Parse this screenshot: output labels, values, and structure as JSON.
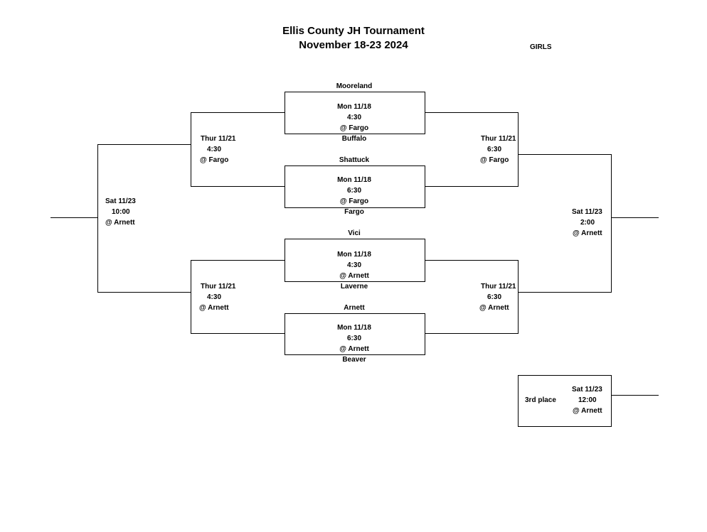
{
  "header": {
    "title_line1": "Ellis County JH Tournament",
    "title_line2": "November 18-23 2024",
    "division": "GIRLS"
  },
  "teams": {
    "mooreland": "Mooreland",
    "buffalo": "Buffalo",
    "shattuck": "Shattuck",
    "fargo": "Fargo",
    "vici": "Vici",
    "laverne": "Laverne",
    "arnett": "Arnett",
    "beaver": "Beaver"
  },
  "games": {
    "r1_g1": {
      "date": "Mon 11/18",
      "time": "4:30",
      "site": "@ Fargo"
    },
    "r1_g2": {
      "date": "Mon 11/18",
      "time": "6:30",
      "site": "@ Fargo"
    },
    "r1_g3": {
      "date": "Mon 11/18",
      "time": "4:30",
      "site": "@ Arnett"
    },
    "r1_g4": {
      "date": "Mon 11/18",
      "time": "6:30",
      "site": "@ Arnett"
    },
    "semi_left_top": {
      "date": "Thur 11/21",
      "time": "4:30",
      "site": "@ Fargo"
    },
    "semi_left_bottom": {
      "date": "Thur 11/21",
      "time": "4:30",
      "site": "@ Arnett"
    },
    "semi_right_top": {
      "date": "Thur 11/21",
      "time": "6:30",
      "site": "@ Fargo"
    },
    "semi_right_bottom": {
      "date": "Thur 11/21",
      "time": "6:30",
      "site": "@ Arnett"
    },
    "final_left": {
      "date": "Sat 11/23",
      "time": "10:00",
      "site": "@ Arnett"
    },
    "final_right": {
      "date": "Sat 11/23",
      "time": "2:00",
      "site": "@ Arnett"
    },
    "third_place": {
      "label": "3rd place",
      "date": "Sat 11/23",
      "time": "12:00",
      "site": "@ Arnett"
    }
  }
}
